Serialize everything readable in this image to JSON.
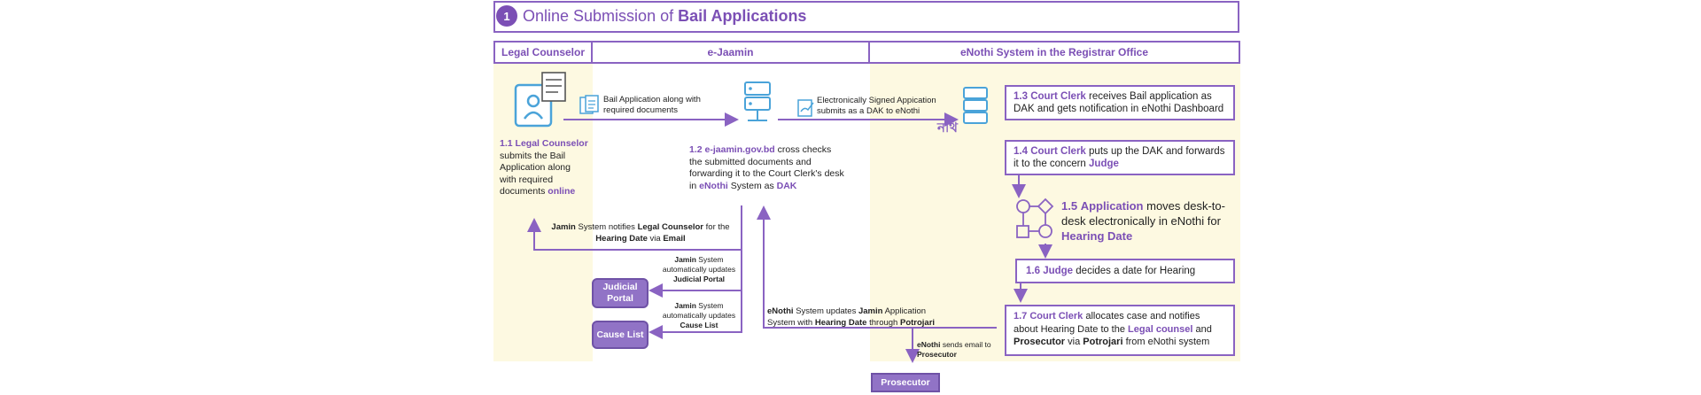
{
  "title": {
    "step_number": "1",
    "prefix": "Online Submission of ",
    "highlight": "Bail Applications"
  },
  "lanes": {
    "legal": "Legal Counselor",
    "ejaamin": "e-Jaamin",
    "enothi": "eNothi System in the Registrar Office"
  },
  "arrows": {
    "bail_app": "Bail Application along with required documents",
    "signed": "Electronically Signed Appication submits as a DAK to eNothi"
  },
  "steps": {
    "s11": {
      "num": "1.1",
      "actor": "Legal Counselor",
      "text": "submits the Bail Application along with required documents",
      "emph": "online"
    },
    "s12": {
      "num": "1.2",
      "site": "e-jaamin.gov.bd",
      "t1": "cross checks the submitted documents and forwarding it to the Court Clerk's desk in",
      "sys": "eNothi",
      "t2": "System as",
      "dak": "DAK"
    },
    "s13": {
      "num": "1.3",
      "actor": "Court Clerk",
      "text": "receives Bail application as DAK and gets notification in eNothi Dashboard"
    },
    "s14": {
      "num": "1.4",
      "actor": "Court Clerk",
      "text": "puts up the DAK and forwards it to the concern",
      "emph": "Judge"
    },
    "s15": {
      "num": "1.5",
      "actor": "Application",
      "text": "moves desk-to-desk electronically in eNothi for",
      "emph": "Hearing Date"
    },
    "s16": {
      "num": "1.6",
      "actor": "Judge",
      "text": "decides a date for Hearing"
    },
    "s17": {
      "num": "1.7",
      "actor": "Court Clerk",
      "t1": "allocates case and notifies about Hearing Date to the",
      "legal": "Legal counsel",
      "t2": "and",
      "pros": "Prosecutor",
      "t3": "via",
      "potro": "Potrojari",
      "t4": "from eNothi system"
    }
  },
  "notes": {
    "notify": {
      "a": "Jamin",
      "b": "System notifies",
      "c": "Legal Counselor",
      "d": "for the",
      "e": "Hearing Date",
      "f": "via",
      "g": "Email"
    },
    "portal": {
      "a": "Jamin",
      "b": "System automatically updates",
      "c": "Judicial Portal"
    },
    "cause": {
      "a": "Jamin",
      "b": "System automatically updates",
      "c": "Cause List"
    },
    "update": {
      "a": "eNothi",
      "b": "System updates",
      "c": "Jamin",
      "d": "Application System with",
      "e": "Hearing Date",
      "f": "through",
      "g": "Potrojari"
    },
    "email": {
      "a": "eNothi",
      "b": "sends email to",
      "c": "Prosecutor"
    }
  },
  "pills": {
    "portal": "Judicial Portal",
    "cause": "Cause List",
    "prosecutor": "Prosecutor"
  },
  "enothi_logo": "নথি",
  "colors": {
    "accent": "#7b4fb5",
    "border": "#8a63c2",
    "lane_bg": "#fdf9e1",
    "icon": "#4aa3d9",
    "pill": "#9173c6"
  }
}
